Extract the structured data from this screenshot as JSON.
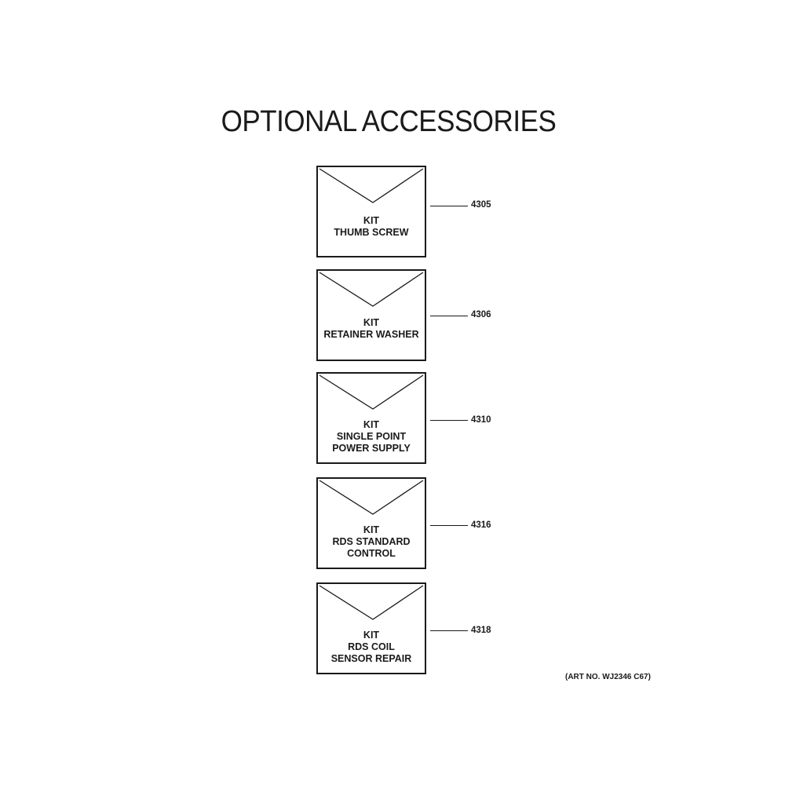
{
  "title": "OPTIONAL ACCESSORIES",
  "art_number": "(ART NO. WJ2346 C67)",
  "kits": [
    {
      "lines": [
        "KIT",
        "THUMB SCREW"
      ],
      "part_number": "4305"
    },
    {
      "lines": [
        "KIT",
        "RETAINER WASHER"
      ],
      "part_number": "4306"
    },
    {
      "lines": [
        "KIT",
        "SINGLE POINT",
        "POWER SUPPLY"
      ],
      "part_number": "4310"
    },
    {
      "lines": [
        "KIT",
        "RDS STANDARD",
        "CONTROL"
      ],
      "part_number": "4316"
    },
    {
      "lines": [
        "KIT",
        "RDS COIL",
        "SENSOR REPAIR"
      ],
      "part_number": "4318"
    }
  ]
}
